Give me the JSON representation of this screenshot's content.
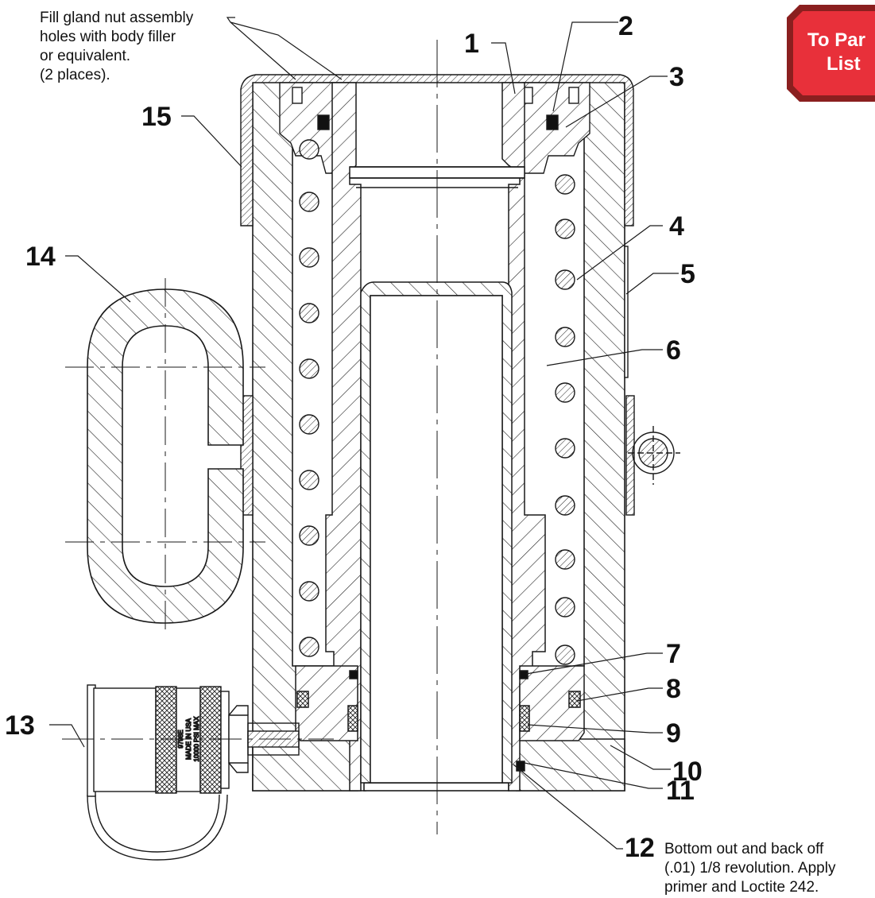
{
  "notes": {
    "gland_fill": [
      "Fill gland nut assembly",
      "holes with body filler",
      "or equivalent.",
      "(2 places)."
    ],
    "bottom_out": [
      "Bottom out and back off",
      "(.01) 1/8 revolution. Apply",
      "primer and Loctite 242."
    ]
  },
  "coupler_text": [
    "9798E",
    "MADE IN USA",
    "10000 PSI MAX"
  ],
  "callouts": {
    "c1": "1",
    "c2": "2",
    "c3": "3",
    "c4": "4",
    "c5": "5",
    "c6": "6",
    "c7": "7",
    "c8": "8",
    "c9": "9",
    "c10": "10",
    "c11": "11",
    "c12": "12",
    "c13": "13",
    "c14": "14",
    "c15": "15"
  },
  "parts_list_button": {
    "line1": "To Par",
    "line2": "List",
    "color": "#e8303a"
  },
  "colors": {
    "line": "#1a1a1a",
    "button_frame": "#8a1f1f"
  }
}
